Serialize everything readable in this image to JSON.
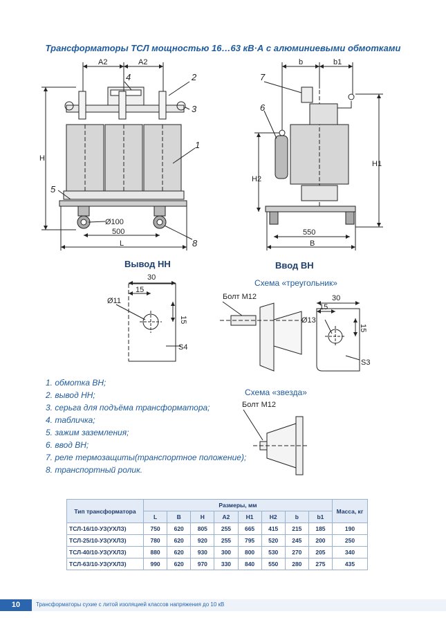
{
  "title": "Трансформаторы ТСЛ мощностью 16…63 кВ·А с алюминиевыми обмотками",
  "front_view": {
    "dims": {
      "a2_left": "A2",
      "a2_right": "A2",
      "h": "H",
      "d100": "Ø100",
      "w500": "500",
      "l": "L"
    },
    "callouts": {
      "c1": "1",
      "c2": "2",
      "c3": "3",
      "c4": "4",
      "c5": "5",
      "c8": "8"
    }
  },
  "side_view": {
    "dims": {
      "b": "b",
      "b1": "b1",
      "h1": "H1",
      "h2": "H2",
      "w550": "550",
      "bb": "B"
    },
    "callouts": {
      "c6": "6",
      "c7": "7"
    }
  },
  "sections": {
    "lv_output": "Вывод НН",
    "hv_input": "Ввод ВН"
  },
  "lv_detail": {
    "w30": "30",
    "w15": "15",
    "d11": "Ø11",
    "h15": "15",
    "s4": "S4"
  },
  "hv_delta": {
    "label": "Схема «треугольник»",
    "bolt": "Болт M12",
    "w30": "30",
    "w15": "15",
    "d13": "Ø13",
    "h15": "15",
    "s3": "S3"
  },
  "hv_star": {
    "label": "Схема «звезда»",
    "bolt": "Болт M12"
  },
  "legend": [
    "1. обмотка ВН;",
    "2. вывод НН;",
    "3. серьга для подъёма трансформатора;",
    "4. табличка;",
    "5. зажим заземления;",
    "6. ввод ВН;",
    "7. реле термозащиты(транспортное положение);",
    "8. транспортный ролик."
  ],
  "table": {
    "type_header": "Тип трансформатора",
    "dims_header": "Размеры, мм",
    "mass_header": "Масса, кг",
    "columns": [
      "L",
      "B",
      "H",
      "A2",
      "H1",
      "H2",
      "b",
      "b1"
    ],
    "rows": [
      {
        "type": "ТСЛ-16/10-УЗ(УХЛЗ)",
        "values": [
          "750",
          "620",
          "805",
          "255",
          "665",
          "415",
          "215",
          "185"
        ],
        "mass": "190"
      },
      {
        "type": "ТСЛ-25/10-УЗ(УХЛЗ)",
        "values": [
          "780",
          "620",
          "920",
          "255",
          "795",
          "520",
          "245",
          "200"
        ],
        "mass": "250"
      },
      {
        "type": "ТСЛ-40/10-УЗ(УХЛЗ)",
        "values": [
          "880",
          "620",
          "930",
          "300",
          "800",
          "530",
          "270",
          "205"
        ],
        "mass": "340"
      },
      {
        "type": "ТСЛ-63/10-УЗ(УХЛЗ)",
        "values": [
          "990",
          "620",
          "970",
          "330",
          "840",
          "550",
          "280",
          "275"
        ],
        "mass": "435"
      }
    ]
  },
  "footer": {
    "page": "10",
    "text": "Трансформаторы сухие с литой изоляцией классов напряжения до 10 кВ"
  },
  "colors": {
    "accent": "#1e5a9c",
    "page_badge": "#2a65ad"
  }
}
